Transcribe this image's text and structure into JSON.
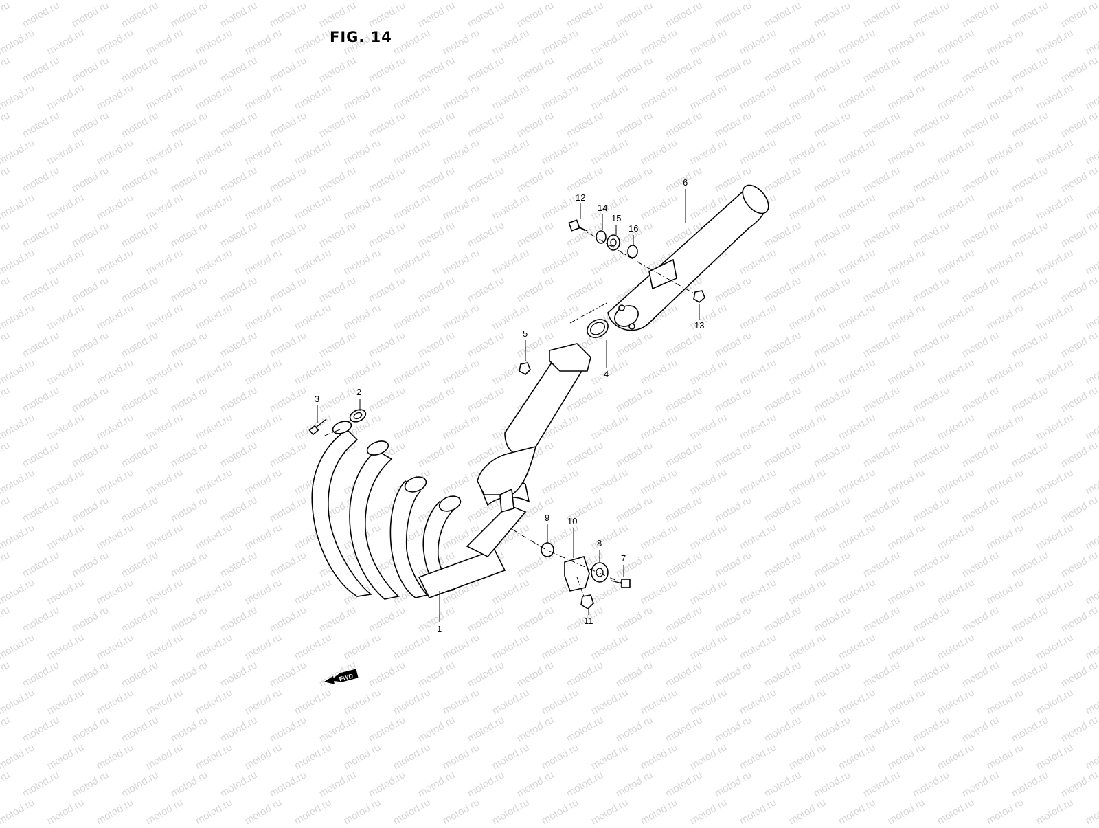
{
  "figure": {
    "title": "FIG. 14"
  },
  "watermark": {
    "text": "motod.ru",
    "color": "#d6d6d6"
  },
  "fwd_arrow": {
    "label": "FWD"
  },
  "callouts": [
    {
      "id": "1",
      "label": "1"
    },
    {
      "id": "2",
      "label": "2"
    },
    {
      "id": "3",
      "label": "3"
    },
    {
      "id": "4",
      "label": "4"
    },
    {
      "id": "5",
      "label": "5"
    },
    {
      "id": "6",
      "label": "6"
    },
    {
      "id": "7",
      "label": "7"
    },
    {
      "id": "8",
      "label": "8"
    },
    {
      "id": "9",
      "label": "9"
    },
    {
      "id": "10",
      "label": "10"
    },
    {
      "id": "11",
      "label": "11"
    },
    {
      "id": "12",
      "label": "12"
    },
    {
      "id": "13",
      "label": "13"
    },
    {
      "id": "14",
      "label": "14"
    },
    {
      "id": "15",
      "label": "15"
    },
    {
      "id": "16",
      "label": "16"
    }
  ]
}
